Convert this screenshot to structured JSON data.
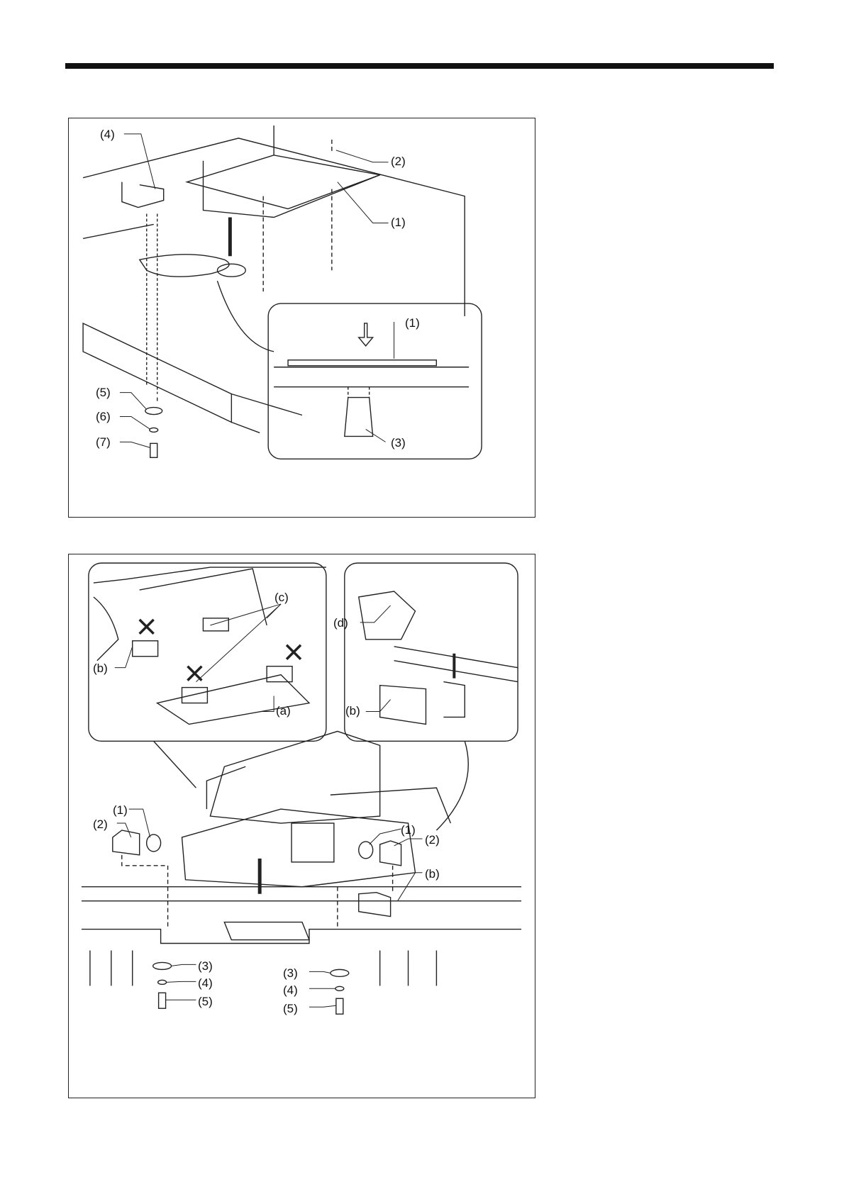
{
  "figure1": {
    "labels": {
      "l4": "(4)",
      "l2": "(2)",
      "l1": "(1)",
      "l1b": "(1)",
      "l3": "(3)",
      "l5": "(5)",
      "l6": "(6)",
      "l7": "(7)"
    }
  },
  "figure2": {
    "labels": {
      "c": "(c)",
      "b1": "(b)",
      "a": "(a)",
      "d": "(d)",
      "b2": "(b)",
      "l1a": "(1)",
      "l2a": "(2)",
      "l1b": "(1)",
      "l2b": "(2)",
      "b3": "(b)",
      "l3a": "(3)",
      "l4a": "(4)",
      "l5a": "(5)",
      "l3b": "(3)",
      "l4b": "(4)",
      "l5b": "(5)"
    }
  }
}
